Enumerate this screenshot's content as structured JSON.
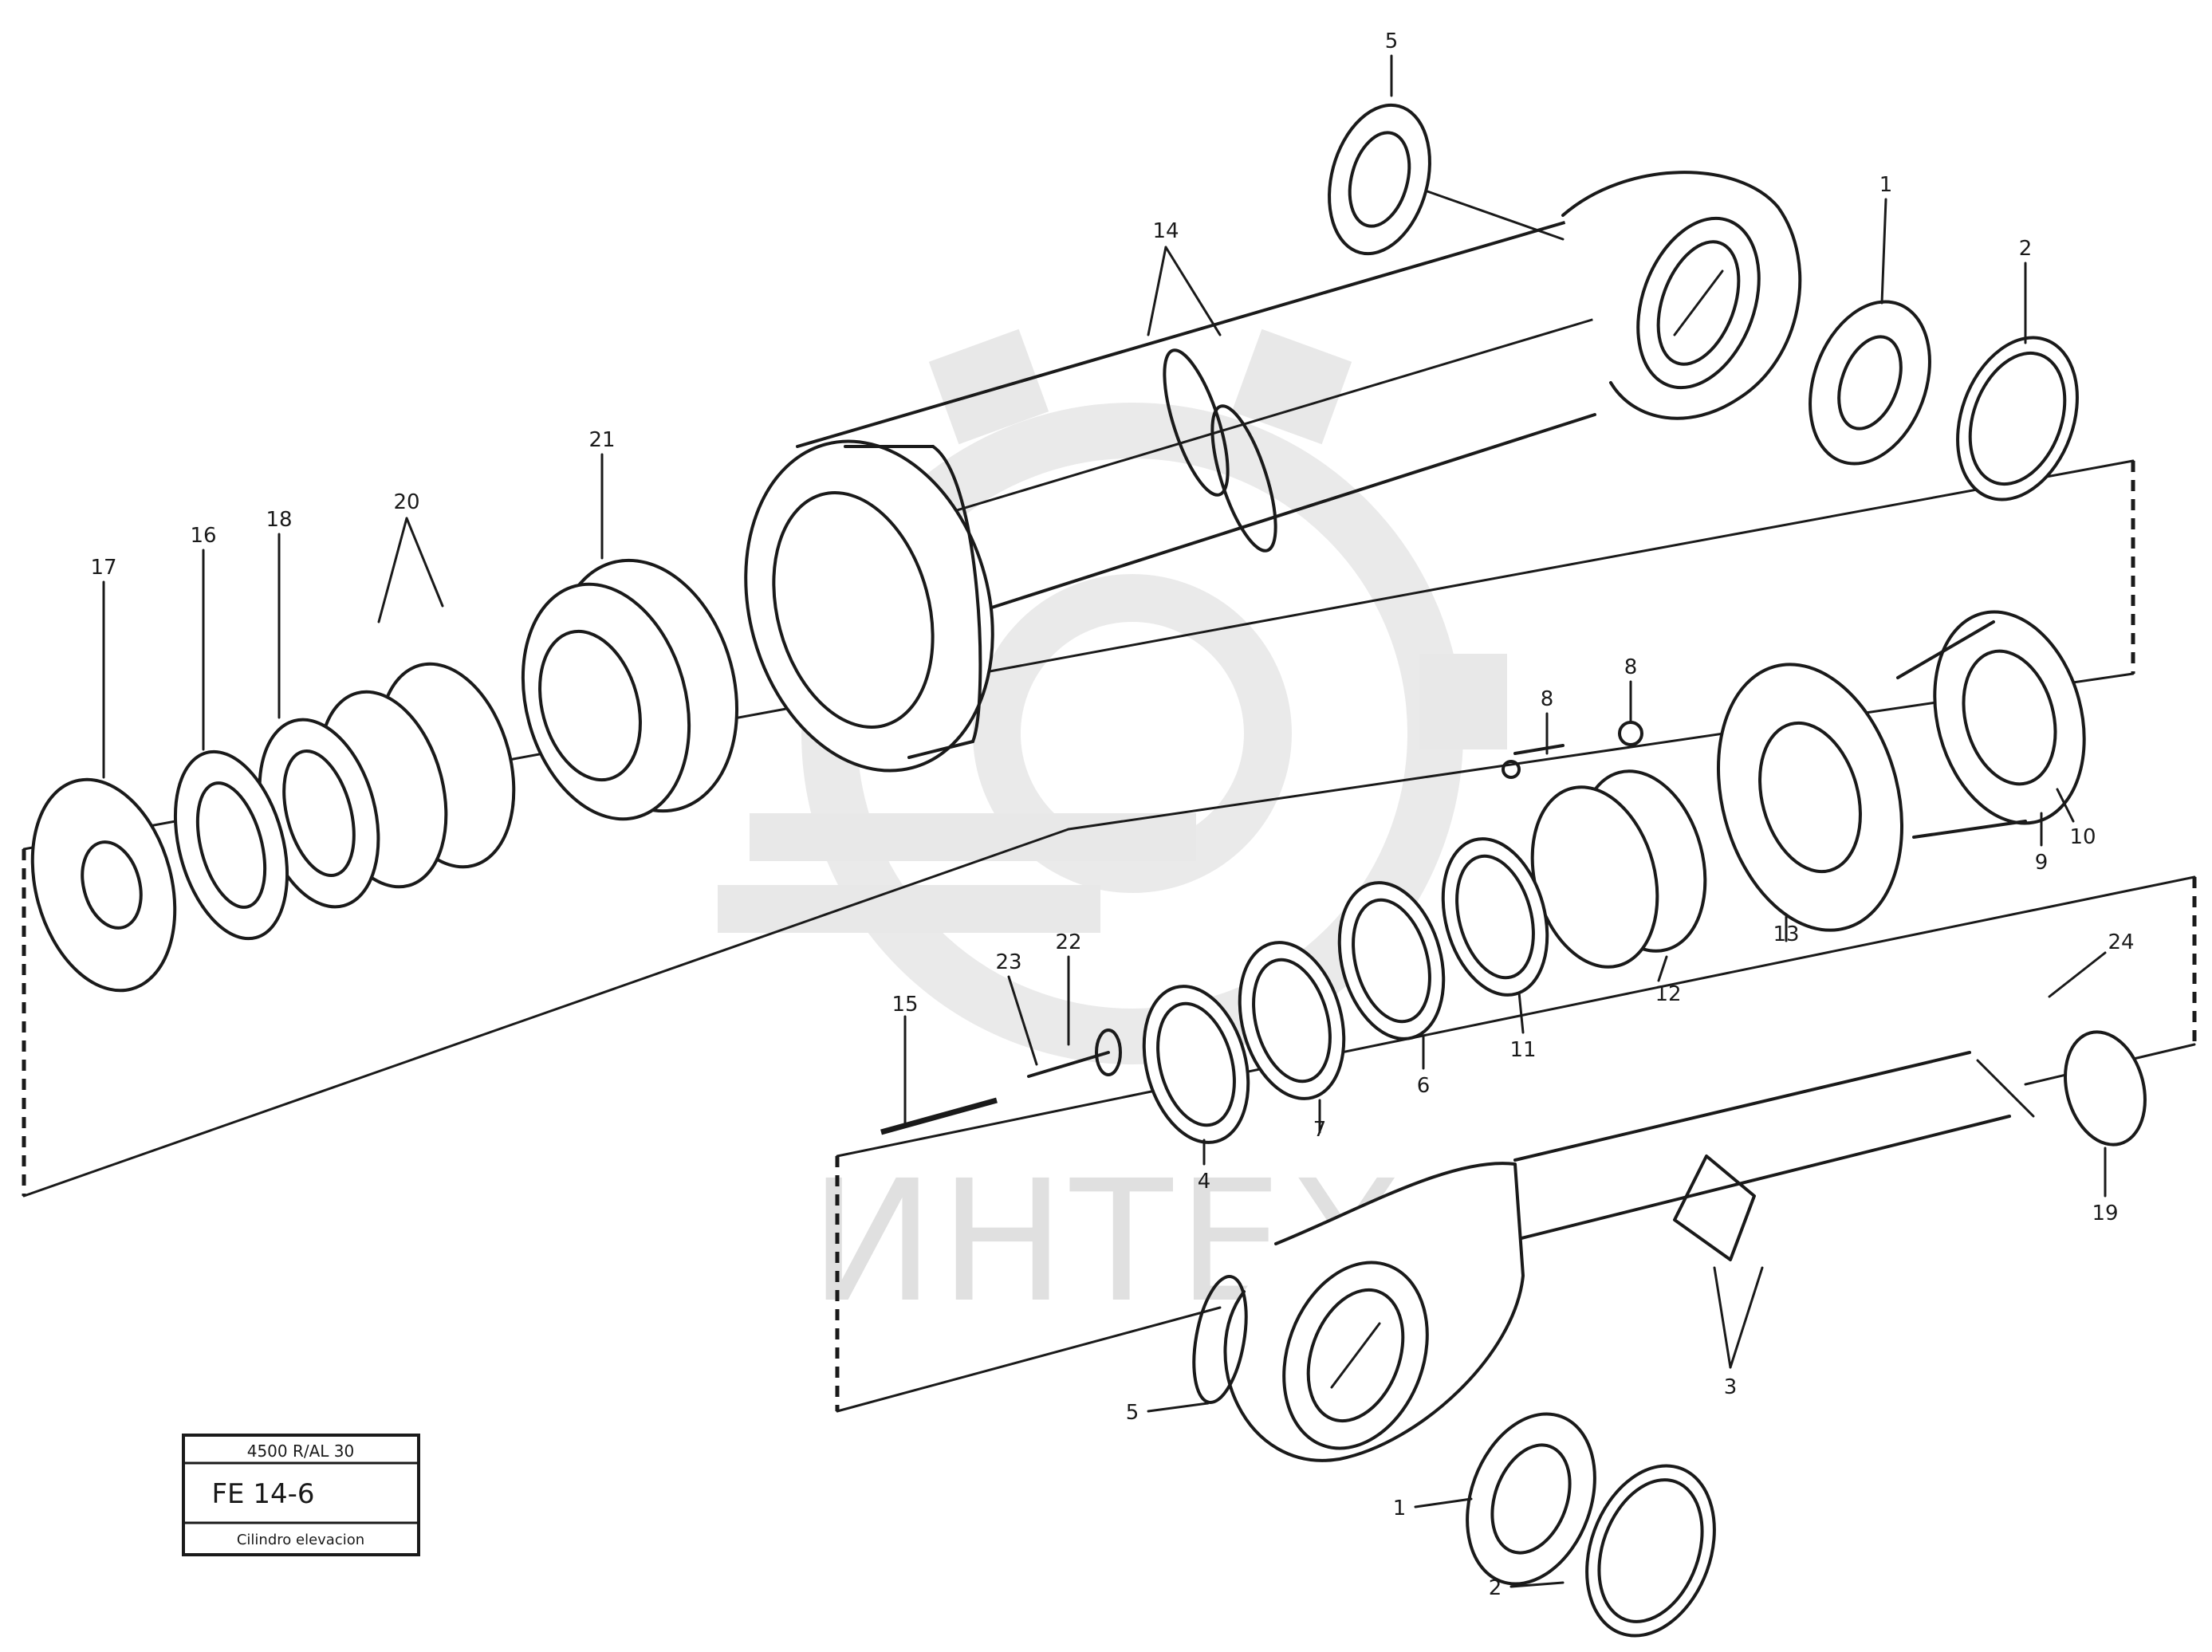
{
  "watermark": {
    "text": "ИНТЕХ"
  },
  "callouts": [
    {
      "id": "c-5-top",
      "label": "5"
    },
    {
      "id": "c-14",
      "label": "14"
    },
    {
      "id": "c-1-top",
      "label": "1"
    },
    {
      "id": "c-2-top",
      "label": "2"
    },
    {
      "id": "c-21",
      "label": "21"
    },
    {
      "id": "c-17",
      "label": "17"
    },
    {
      "id": "c-16",
      "label": "16"
    },
    {
      "id": "c-18",
      "label": "18"
    },
    {
      "id": "c-20",
      "label": "20"
    },
    {
      "id": "c-8a",
      "label": "8"
    },
    {
      "id": "c-8b",
      "label": "8"
    },
    {
      "id": "c-10",
      "label": "10"
    },
    {
      "id": "c-9",
      "label": "9"
    },
    {
      "id": "c-13",
      "label": "13"
    },
    {
      "id": "c-12",
      "label": "12"
    },
    {
      "id": "c-11",
      "label": "11"
    },
    {
      "id": "c-6",
      "label": "6"
    },
    {
      "id": "c-7",
      "label": "7"
    },
    {
      "id": "c-4",
      "label": "4"
    },
    {
      "id": "c-15",
      "label": "15"
    },
    {
      "id": "c-23",
      "label": "23"
    },
    {
      "id": "c-22",
      "label": "22"
    },
    {
      "id": "c-24",
      "label": "24"
    },
    {
      "id": "c-19",
      "label": "19"
    },
    {
      "id": "c-5-bot",
      "label": "5"
    },
    {
      "id": "c-3",
      "label": "3"
    },
    {
      "id": "c-1-bot",
      "label": "1"
    },
    {
      "id": "c-2-bot",
      "label": "2"
    }
  ],
  "title_box": {
    "ref_code": "4500 R/AL 30",
    "page_code": "FE 14-6",
    "caption": "Cilindro elevacion"
  }
}
